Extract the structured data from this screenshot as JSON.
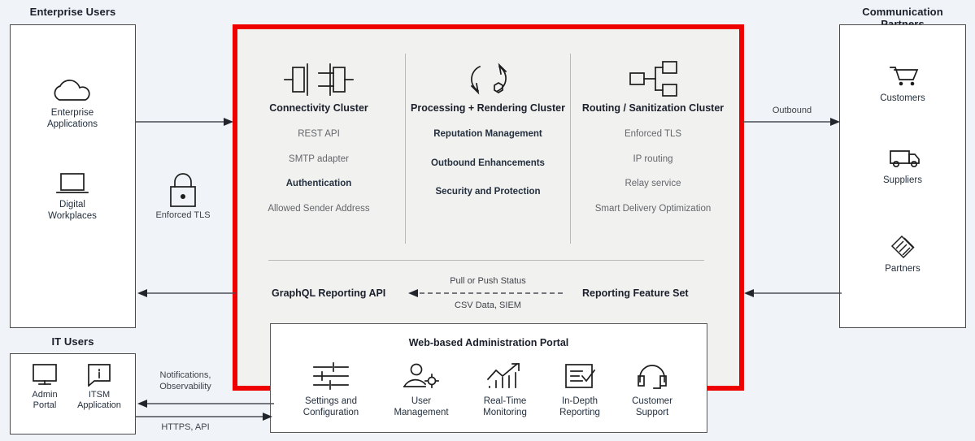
{
  "groups": {
    "enterprise_users": {
      "caption": "Enterprise Users",
      "items": [
        {
          "icon": "cloud-icon",
          "label": "Enterprise\nApplications"
        },
        {
          "icon": "laptop-icon",
          "label": "Digital\nWorkplaces"
        }
      ]
    },
    "it_users": {
      "caption": "IT Users",
      "items": [
        {
          "icon": "monitor-icon",
          "label": "Admin\nPortal"
        },
        {
          "icon": "info-bubble-icon",
          "label": "ITSM\nApplication"
        }
      ]
    },
    "communication_partners": {
      "caption": "Communication Partners",
      "items": [
        {
          "icon": "shopping-cart-icon",
          "label": "Customers"
        },
        {
          "icon": "delivery-truck-icon",
          "label": "Suppliers"
        },
        {
          "icon": "handshake-icon",
          "label": "Partners"
        }
      ]
    }
  },
  "platform": {
    "accent_color": "#ee0000",
    "clusters": [
      {
        "icon": "connector-plug-icon",
        "title": "Connectivity Cluster",
        "items": [
          {
            "label": "REST API",
            "tone": "muted"
          },
          {
            "label": "SMTP adapter",
            "tone": "muted"
          },
          {
            "label": "Authentication",
            "tone": "strong"
          },
          {
            "label": "Allowed Sender Address",
            "tone": "muted"
          }
        ]
      },
      {
        "icon": "process-render-icon",
        "title": "Processing + Rendering Cluster",
        "items": [
          {
            "label": "Reputation Management",
            "tone": "strong"
          },
          {
            "label": "Outbound Enhancements",
            "tone": "strong"
          },
          {
            "label": "Security and Protection",
            "tone": "strong"
          }
        ]
      },
      {
        "icon": "routing-tree-icon",
        "title": "Routing / Sanitization Cluster",
        "items": [
          {
            "label": "Enforced TLS",
            "tone": "muted"
          },
          {
            "label": "IP routing",
            "tone": "muted"
          },
          {
            "label": "Relay service",
            "tone": "muted"
          },
          {
            "label": "Smart Delivery Optimization",
            "tone": "muted"
          }
        ]
      }
    ],
    "reporting": {
      "left_label": "GraphQL Reporting API",
      "right_label": "Reporting Feature Set",
      "above_label": "Pull or Push Status",
      "below_label": "CSV Data, SIEM"
    }
  },
  "portal": {
    "title": "Web-based Administration Portal",
    "items": [
      {
        "icon": "sliders-icon",
        "label": "Settings and\nConfiguration"
      },
      {
        "icon": "user-gear-icon",
        "label": "User\nManagement"
      },
      {
        "icon": "chart-trend-icon",
        "label": "Real-Time\nMonitoring"
      },
      {
        "icon": "report-check-icon",
        "label": "In-Depth\nReporting"
      },
      {
        "icon": "headset-icon",
        "label": "Customer\nSupport"
      }
    ]
  },
  "connections": {
    "enforced_tls": {
      "icon": "padlock-icon",
      "label": "Enforced TLS"
    },
    "outbound": {
      "label": "Outbound"
    },
    "notifications": {
      "label": "Notifications,\nObservability"
    },
    "https_api": {
      "label": "HTTPS, API"
    }
  }
}
